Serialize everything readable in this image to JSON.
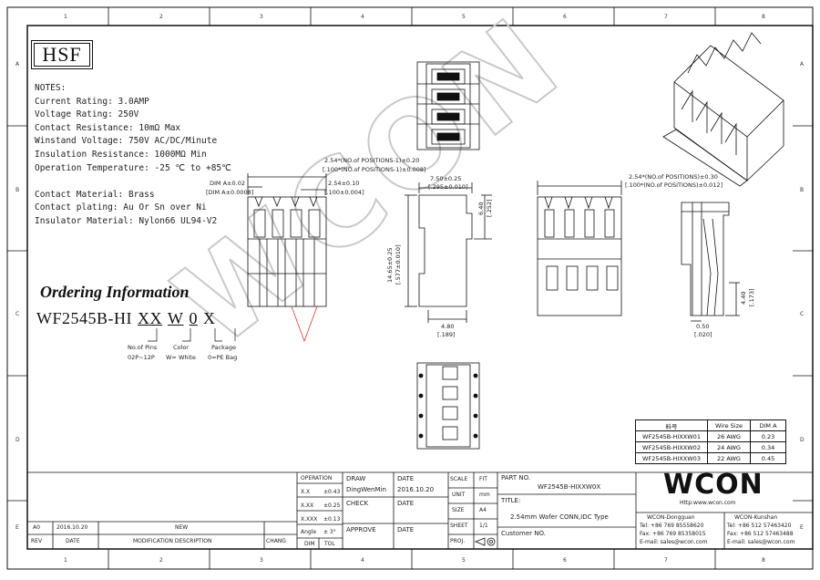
{
  "logo_box": "HSF",
  "notes": {
    "heading": "NOTES:",
    "lines": [
      "Current Rating: 3.0AMP",
      "Voltage Rating: 250V",
      "Contact Resistance: 10mΩ Max",
      "Winstand Voltage: 750V AC/DC/Minute",
      "Insulation Resistance: 1000MΩ Min",
      "Operation Temperature: -25 ℃ to +85℃",
      "",
      "Contact Material: Brass",
      "Contact plating: Au Or Sn over Ni",
      "Insulator Material: Nylon66 UL94-V2"
    ]
  },
  "ordering": {
    "title": "Ordering Information",
    "prefix": "WF2545B-HI",
    "c1": "XX",
    "c2": "W",
    "c3": "0",
    "c4": "X",
    "lbl1_a": "No.of Pins",
    "lbl1_b": "02P~12P",
    "lbl2_a": "Color",
    "lbl2_b": "W= White",
    "lbl3_a": "Package",
    "lbl3_b": "0=PE Bag"
  },
  "dims": {
    "d1a": "2.54*(NO.of POSITIONS-1)±0.20",
    "d1b": "[.100*(NO.of POSITIONS-1)±0.008]",
    "d2a": "2.54±0.10",
    "d2b": "[.100±0.004]",
    "d3a": "DIM A±0.02",
    "d3b": "[DIM A±0.0008]",
    "d4a": "7.50±0.25",
    "d4b": "[.295±0.010]",
    "d5a": "6.40",
    "d5b": "[.252]",
    "d6a": "14.65±0.25",
    "d6b": "[.577±0.010]",
    "d7a": "4.80",
    "d7b": "[.189]",
    "d8a": "2.54*(NO.of POSITIONS)±0.30",
    "d8b": "[.100*(NO.of POSITIONS)±0.012]",
    "d9a": "4.40",
    "d9b": "[.173]",
    "d10a": "0.50",
    "d10b": "[.020]"
  },
  "wire_table": {
    "headers": [
      "料号",
      "Wire Size",
      "DIM A"
    ],
    "rows": [
      [
        "WF2545B-HIXXW01",
        "26 AWG",
        "0.23"
      ],
      [
        "WF2545B-HIXXW02",
        "24 AWG",
        "0.34"
      ],
      [
        "WF2545B-HIXXW03",
        "22 AWG",
        "0.45"
      ]
    ]
  },
  "title_block": {
    "operation": "OPERATION",
    "tol1_k": "X.X",
    "tol1_v": "±0.43",
    "tol2_k": "X.XX",
    "tol2_v": "±0.25",
    "tol3_k": "X.XXX",
    "tol3_v": "±0.13",
    "angle_k": "Angle",
    "angle_v": "± 3°",
    "draw": "DRAW",
    "drawer": "DingWenMin",
    "date_label": "DATE",
    "draw_date": "2016.10.20",
    "check": "CHECK",
    "date_label2": "DATE",
    "approve": "APPROVE",
    "date_label3": "DATE",
    "scale": "SCALE",
    "scale_v": "FIT",
    "unit": "UNIT",
    "unit_v": "mm",
    "size": "SIZE",
    "size_v": "A4",
    "sheet": "SHEET",
    "sheet_v": "1/1",
    "proj": "PROJ.",
    "dim": "DIM",
    "tol": "TOL",
    "part_no_label": "PART NO.",
    "part_no": "WF2545B-HIXXW0X",
    "title_label": "TITLE:",
    "title_v": "2.54mm Wafer CONN,IDC Type",
    "customer": "Customer NO.",
    "rev_a": "A0",
    "rev_date": "2016.10.20",
    "rev_desc": "NEW",
    "rev_h": "REV",
    "date_h": "DATE",
    "desc_h": "MODIFICATION DESCRIPTION",
    "chang_h": "CHANG"
  },
  "company": {
    "logo": "WCON",
    "web": "Http:www.wcon.com",
    "dg": "WCON-Dongguan",
    "ks": "WCON-Kunshan",
    "dg_tel": "Tel: +86 769 85558620",
    "ks_tel": "Tel: +86 512 57463420",
    "dg_fax": "Fax: +86 769 85358015",
    "ks_fax": "Fax: +86 512 57463488",
    "dg_mail": "E-mail: sales@wcon.com",
    "ks_mail": "E-mail: sales@wcon.com"
  },
  "watermark": "WCON",
  "colors": {
    "line": "#111111",
    "accent_red": "#d63a2a"
  }
}
